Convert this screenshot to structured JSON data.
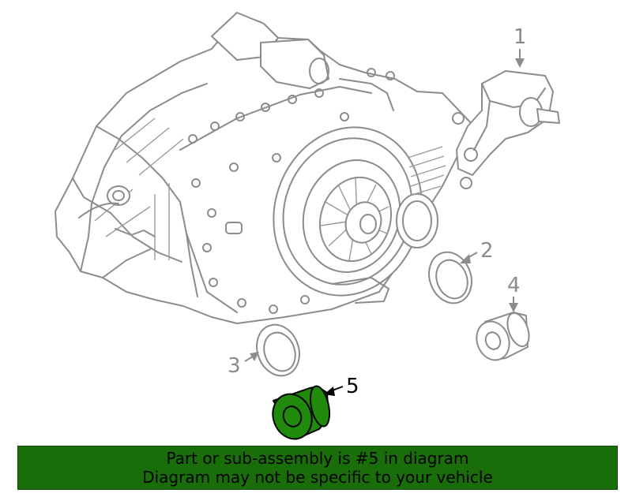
{
  "callouts": [
    {
      "id": "1",
      "label": "1",
      "highlighted": false
    },
    {
      "id": "2",
      "label": "2",
      "highlighted": false
    },
    {
      "id": "3",
      "label": "3",
      "highlighted": false
    },
    {
      "id": "4",
      "label": "4",
      "highlighted": false
    },
    {
      "id": "5",
      "label": "5",
      "highlighted": true
    }
  ],
  "banner": {
    "line1": "Part or sub-assembly is #5 in diagram",
    "line2": "Diagram may not be specific to your vehicle"
  },
  "colors": {
    "line_art": "#8c8c8c",
    "highlight_fill": "#1f8a0c",
    "highlight_stroke": "#000000",
    "banner_bg": "#1a6e0a"
  },
  "icons": [
    "drive-unit-assembly",
    "mount-bracket",
    "seal-ring",
    "bushing"
  ]
}
